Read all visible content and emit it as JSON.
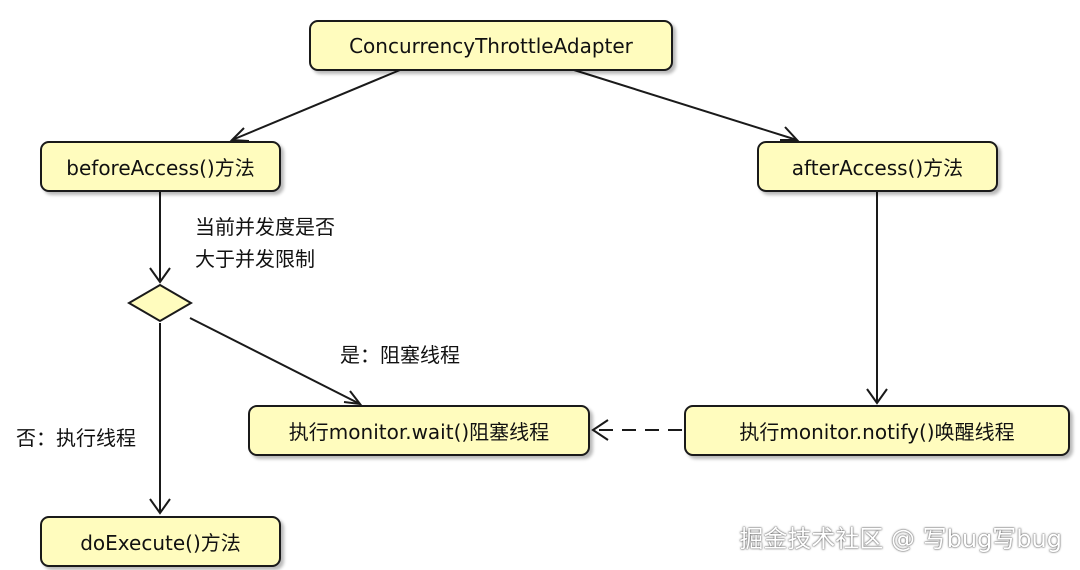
{
  "nodes": {
    "adapter": "ConcurrencyThrottleAdapter",
    "before_access": "beforeAccess()方法",
    "after_access": "afterAccess()方法",
    "wait": "执行monitor.wait()阻塞线程",
    "notify": "执行monitor.notify()唤醒线程",
    "do_execute": "doExecute()方法"
  },
  "labels": {
    "condition_line1": "当前并发度是否",
    "condition_line2": "大于并发限制",
    "yes_branch": "是：阻塞线程",
    "no_branch": "否：执行线程"
  },
  "watermark": "掘金技术社区 @ 写bug写bug",
  "colors": {
    "node_fill": "#fffcbe",
    "stroke": "#1a1a1a"
  }
}
